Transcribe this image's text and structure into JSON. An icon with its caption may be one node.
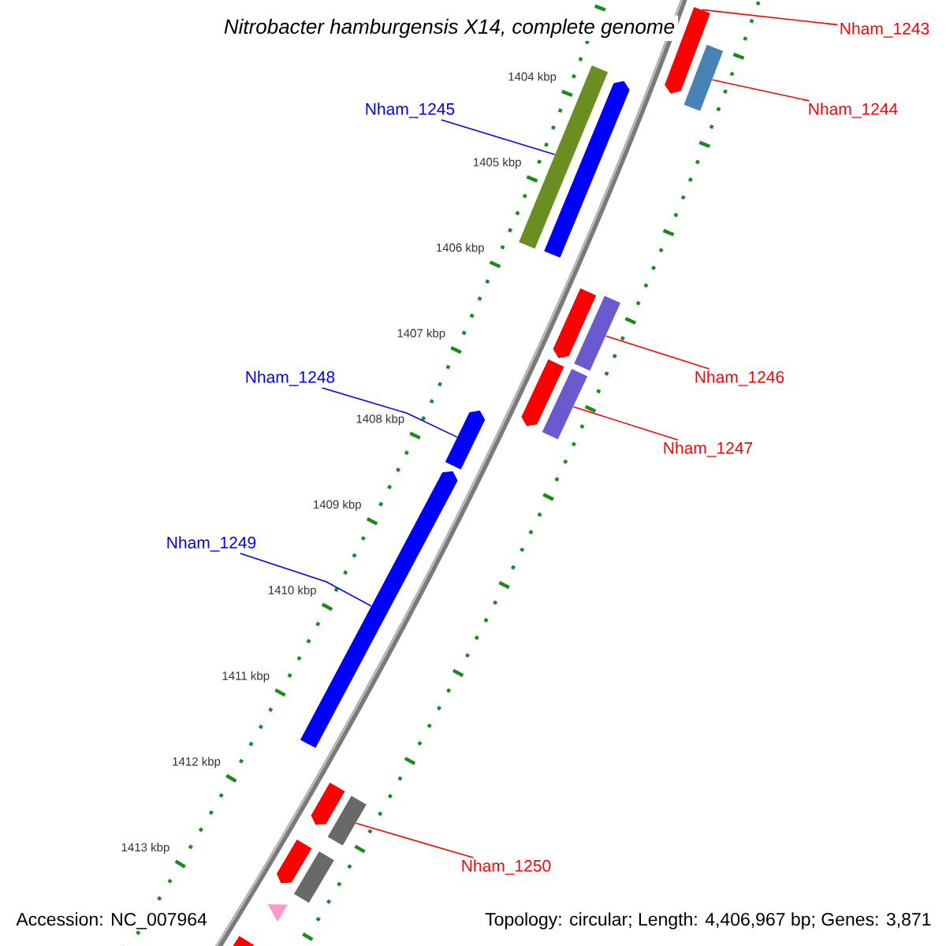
{
  "diagram": {
    "title": "Nitrobacter hamburgensis X14, complete genome",
    "nodes": [
      {
        "text": [
          "Nham_1243"
        ]
      },
      {
        "text": [],
        "shape": "arrow"
      },
      {
        "text": [
          "Nham_1244"
        ]
      },
      {
        "text": [],
        "shape": "bar"
      },
      {
        "text": [
          "Nham_1245"
        ]
      },
      {
        "text": [],
        "shape": "bar"
      },
      {
        "text": [
          "Nham_1246"
        ]
      },
      {
        "text": [],
        "shape": "bar"
      },
      {
        "text": [
          "Nham_1247"
        ]
      },
      {
        "text": [],
        "shape": "bar"
      },
      {
        "text": [
          "Nham_1248"
        ]
      },
      {
        "text": [],
        "shape": "arrow"
      },
      {
        "text": [
          "Nham_1249"
        ]
      },
      {
        "text": [],
        "shape": "arrow"
      },
      {
        "text": [
          "Nham_1250"
        ]
      },
      {
        "text": [],
        "shape": "bar"
      },
      {
        "text": [],
        "shape": "arrow"
      },
      {
        "text": [],
        "shape": "arrow"
      },
      {
        "text": [],
        "shape": "arrow"
      },
      {
        "text": [],
        "shape": "arrow"
      },
      {
        "text": [],
        "shape": "arrow"
      },
      {
        "text": [],
        "shape": "bar"
      },
      {
        "text": [],
        "shape": "triangle"
      },
      {
        "text": [],
        "shape": "arrow"
      }
    ],
    "edges": [
      {
        "from": 0,
        "to": 1,
        "arrow": "none"
      },
      {
        "from": 2,
        "to": 3,
        "arrow": "none"
      },
      {
        "from": 4,
        "to": 5,
        "arrow": "none",
        "color": "#0000ff"
      },
      {
        "from": 6,
        "to": 7,
        "arrow": "none"
      },
      {
        "from": 8,
        "to": 9,
        "arrow": "none"
      },
      {
        "from": 10,
        "to": 11,
        "arrow": "none",
        "color": "#0000ff"
      },
      {
        "from": 12,
        "to": 13,
        "arrow": "none",
        "color": "#0000ff"
      },
      {
        "from": 14,
        "to": 15,
        "arrow": "none"
      }
    ],
    "labels": [
      "1404 kbp",
      "1405 kbp",
      "1406 kbp",
      "1407 kbp",
      "1408 kbp",
      "1409 kbp",
      "1410 kbp",
      "1411 kbp",
      "1412 kbp",
      "1413 kbp",
      "Accession: NC_007964",
      "Topology: circular; Length: 4,406,967 bp; Genes: 3,871"
    ]
  }
}
